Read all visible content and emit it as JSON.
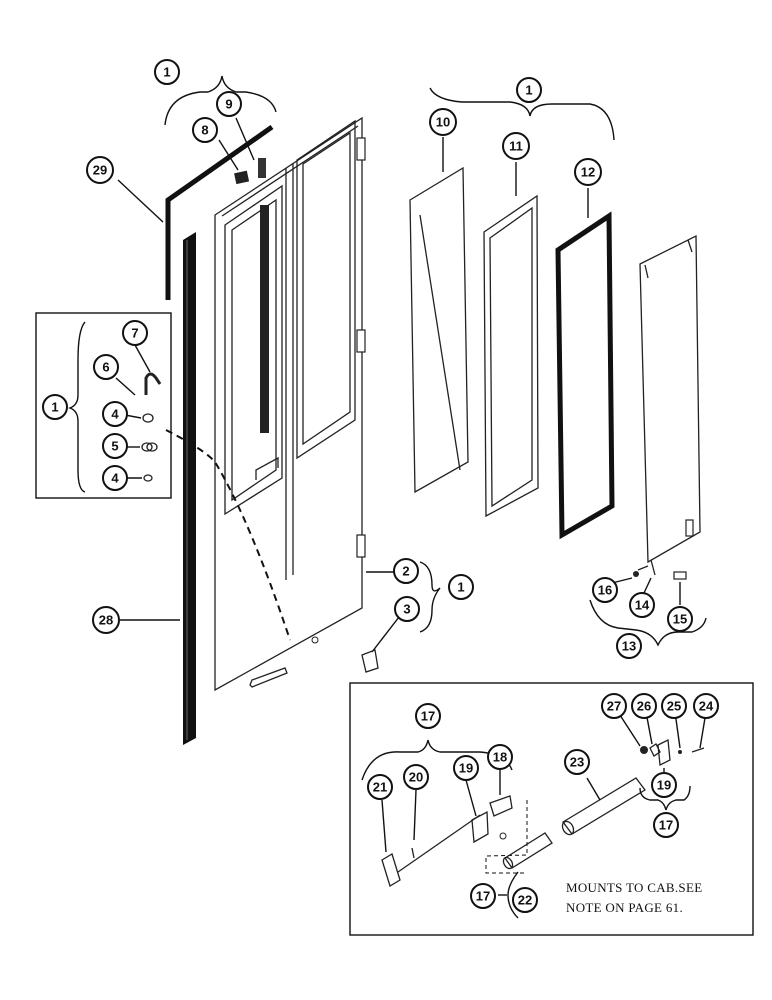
{
  "callouts": {
    "c1_top": "1",
    "c9": "9",
    "c8": "8",
    "c29": "29",
    "c1_glass": "1",
    "c10": "10",
    "c11": "11",
    "c12": "12",
    "c7": "7",
    "c6": "6",
    "c1_left": "1",
    "c4a": "4",
    "c5": "5",
    "c4b": "4",
    "c2": "2",
    "c1_mid": "1",
    "c3": "3",
    "c28": "28",
    "c16": "16",
    "c14": "14",
    "c15": "15",
    "c13": "13",
    "c17_a": "17",
    "c18": "18",
    "c19_a": "19",
    "c20": "20",
    "c21": "21",
    "c23": "23",
    "c27": "27",
    "c26": "26",
    "c25": "25",
    "c24": "24",
    "c19_b": "19",
    "c17_b": "17",
    "c17_c": "17",
    "c22": "22"
  },
  "note": {
    "line1": "MOUNTS TO CAB.SEE",
    "line2": "NOTE ON PAGE 61."
  }
}
